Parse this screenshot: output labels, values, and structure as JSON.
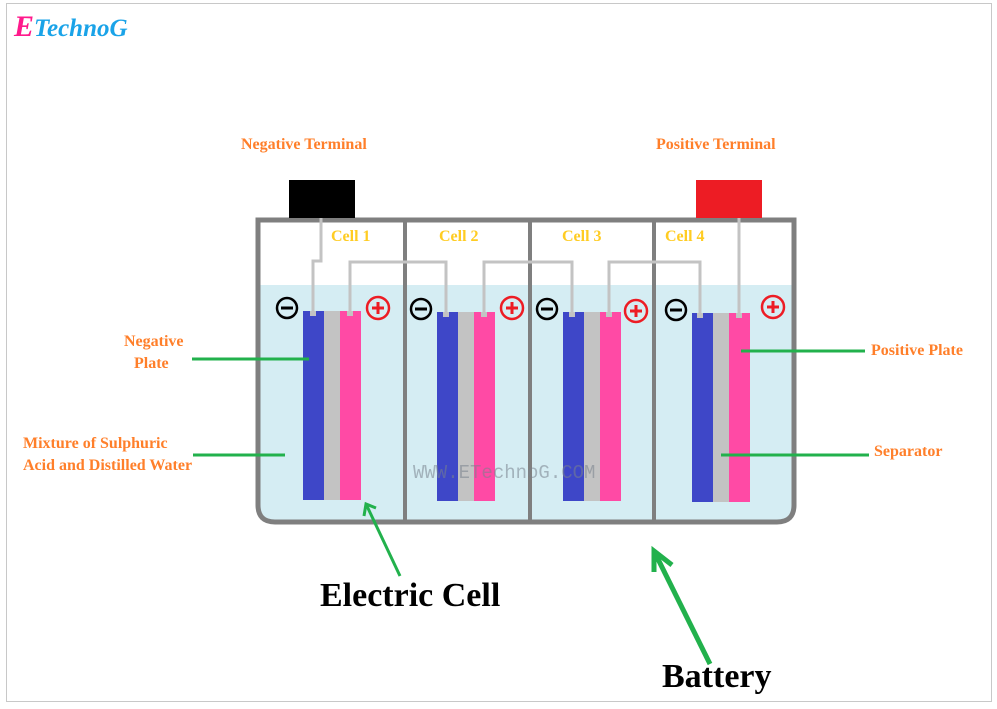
{
  "logo": {
    "initial": "E",
    "rest": "TechnoG"
  },
  "terminals": {
    "negative": {
      "label": "Negative Terminal",
      "color": "#000000"
    },
    "positive": {
      "label": "Positive Terminal",
      "color": "#ed1c24"
    }
  },
  "cells": [
    {
      "label": "Cell 1"
    },
    {
      "label": "Cell 2"
    },
    {
      "label": "Cell 3"
    },
    {
      "label": "Cell 4"
    }
  ],
  "labels": {
    "negative_plate_line1": "Negative",
    "negative_plate_line2": "Plate",
    "mixture_line1": "Mixture of Sulphuric",
    "mixture_line2": "Acid and Distilled Water",
    "positive_plate": "Positive Plate",
    "separator": "Separator",
    "electric_cell": "Electric Cell",
    "battery": "Battery"
  },
  "watermark": "WWW.ETechnoG.COM",
  "symbols": {
    "minus": "minus-sign",
    "plus": "plus-sign"
  },
  "colors": {
    "negative_plate": "#3e47c8",
    "separator": "#c3c3c3",
    "positive_plate": "#ff4aa5",
    "electrolyte": "#d5edf3",
    "case": "#7f7f7f",
    "wire": "#c3c3c3",
    "pointer": "#22b14c",
    "label": "#ff7f2a",
    "cell_label": "#ffcc22"
  }
}
